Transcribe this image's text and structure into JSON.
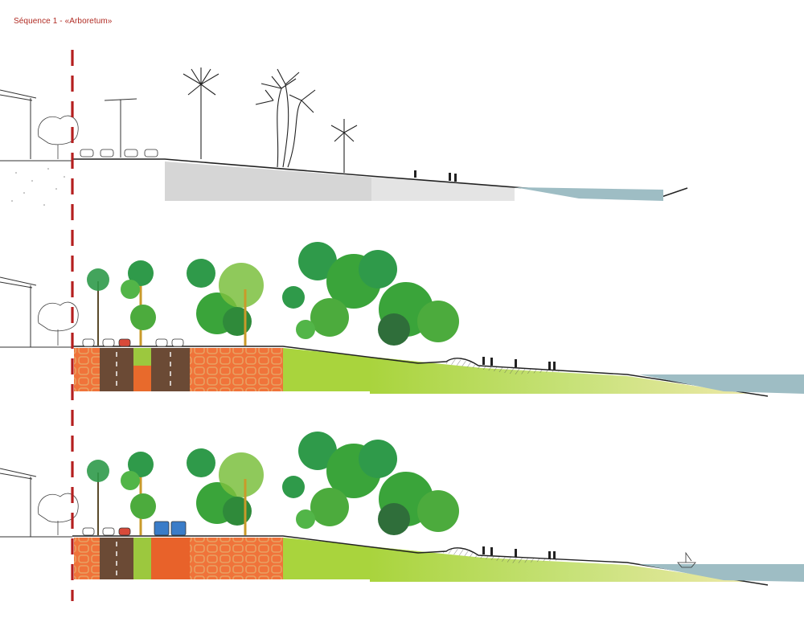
{
  "header": {
    "title": "Séquence 1 - «Arboretum»"
  },
  "colors": {
    "title": "#b02a22",
    "axis_line": "#b51f1f",
    "grey_ground": "#d6d6d6",
    "pavement_orange": "#f0733a",
    "road_brown": "#6b4a35",
    "lawn_green": "#a8d63a",
    "sand": "#ece8a6",
    "sea": "#9ebdc4",
    "tree_green": "#3aa43a",
    "palm_green": "#2f9a4a"
  },
  "sections": [
    {
      "id": "existing",
      "label": "section-existing"
    },
    {
      "id": "proposal-a",
      "label": "section-proposal-a"
    },
    {
      "id": "proposal-b",
      "label": "section-proposal-b"
    }
  ]
}
